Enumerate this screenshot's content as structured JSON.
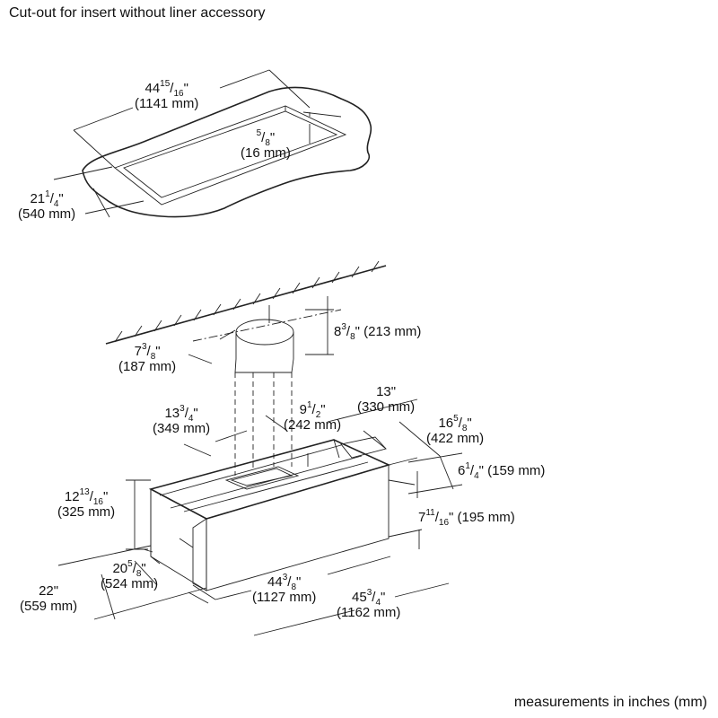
{
  "title": "Cut-out for insert without liner accessory",
  "footer": "measurements in inches (mm)",
  "top_drawing": {
    "width": {
      "whole": "44",
      "num": "15",
      "den": "16",
      "mm": "(1141 mm)"
    },
    "lip": {
      "num": "5",
      "den": "8",
      "mm": "(16 mm)"
    },
    "depth": {
      "whole": "21",
      "num": "1",
      "den": "4",
      "mm": "(540 mm)"
    }
  },
  "bottom_drawing": {
    "duct_height": {
      "whole": "8",
      "num": "3",
      "den": "8",
      "mm": "(213 mm)"
    },
    "duct_dia": {
      "whole": "7",
      "num": "3",
      "den": "8",
      "mm": "(187 mm)"
    },
    "duct_x": {
      "whole": "13",
      "num": "3",
      "den": "4",
      "mm": "(349 mm)"
    },
    "duct_y": {
      "whole": "9",
      "num": "1",
      "den": "2",
      "mm": "(242 mm)"
    },
    "front_depth": {
      "whole": "13\"",
      "mm": "(330 mm)"
    },
    "side_depth": {
      "whole": "16",
      "num": "5",
      "den": "8",
      "mm": "(422 mm)"
    },
    "front_height": {
      "whole": "6",
      "num": "1",
      "den": "4",
      "mm": "(159 mm)"
    },
    "rear_height": {
      "whole": "12",
      "num": "13",
      "den": "16",
      "mm": "(325 mm)"
    },
    "lower_height": {
      "whole": "7",
      "num": "11",
      "den": "16",
      "mm": "(195 mm)"
    },
    "inner_depth": {
      "whole": "20",
      "num": "5",
      "den": "8",
      "mm": "(524 mm)"
    },
    "outer_depth": {
      "whole": "22\"",
      "mm": "(559 mm)"
    },
    "inner_width": {
      "whole": "44",
      "num": "3",
      "den": "8",
      "mm": "(1127 mm)"
    },
    "outer_width": {
      "whole": "45",
      "num": "3",
      "den": "4",
      "mm": "(1162 mm)"
    }
  }
}
